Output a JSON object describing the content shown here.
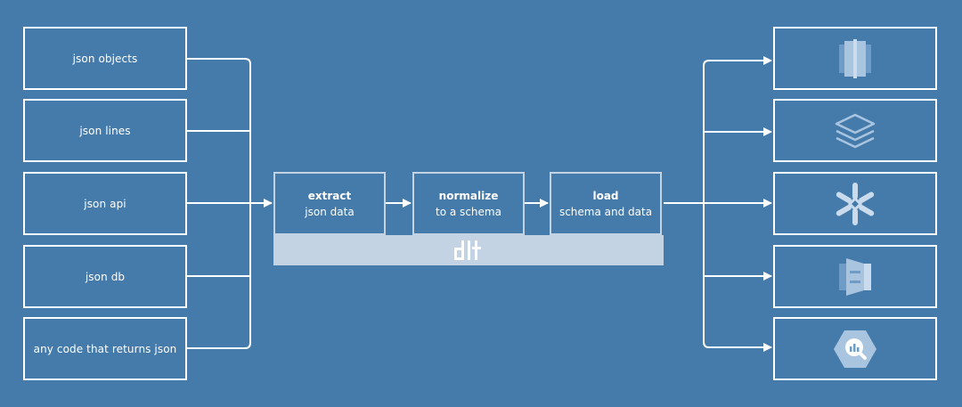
{
  "sources": [
    {
      "label": "json objects"
    },
    {
      "label": "json lines"
    },
    {
      "label": "json api"
    },
    {
      "label": "json db"
    },
    {
      "label": "any code that returns json"
    }
  ],
  "pipeline": {
    "stages": [
      {
        "title": "extract",
        "subtitle": "json data"
      },
      {
        "title": "normalize",
        "subtitle": "to a schema"
      },
      {
        "title": "load",
        "subtitle": "schema and data"
      }
    ],
    "logo_text": "dlt"
  },
  "destinations": [
    {
      "icon": "redshift-icon"
    },
    {
      "icon": "layers-stack-icon"
    },
    {
      "icon": "snowflake-icon"
    },
    {
      "icon": "data-warehouse-icon"
    },
    {
      "icon": "bigquery-icon"
    }
  ],
  "colors": {
    "background": "#457bab",
    "line": "#ffffff",
    "pipeline_bar": "#c3d3e3",
    "icon_light": "#a9c4df",
    "icon_dark": "#6f9cc7"
  }
}
